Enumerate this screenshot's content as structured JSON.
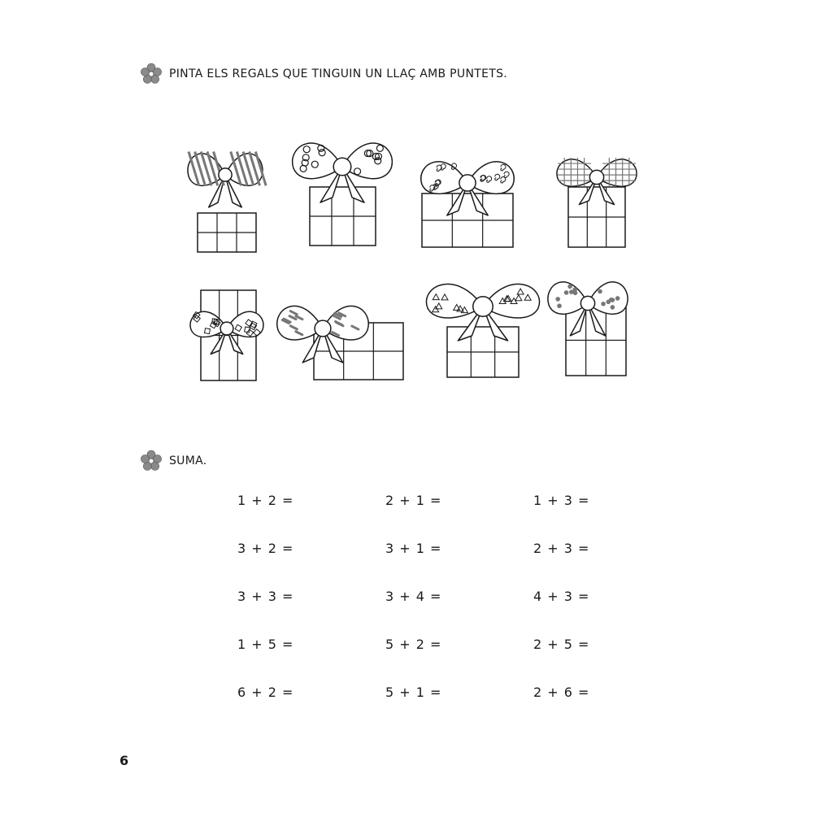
{
  "instructions": [
    {
      "text": "PINTA ELS REGALS QUE TINGUIN UN LLAÇ AMB PUNTETS.",
      "icon": "flower-icon"
    },
    {
      "text": "SUMA.",
      "icon": "flower-icon"
    }
  ],
  "gifts": [
    {
      "pattern": "stripes"
    },
    {
      "pattern": "circles"
    },
    {
      "pattern": "swirls"
    },
    {
      "pattern": "plaid"
    },
    {
      "pattern": "squares"
    },
    {
      "pattern": "dashes"
    },
    {
      "pattern": "triangles"
    },
    {
      "pattern": "dots"
    }
  ],
  "sums": [
    [
      "1 + 2 =",
      "2 + 1 =",
      "1 + 3 ="
    ],
    [
      "3 + 2 =",
      "3 + 1 =",
      "2 + 3 ="
    ],
    [
      "3 + 3 =",
      "3 + 4 =",
      "4 + 3 ="
    ],
    [
      "1 + 5 =",
      "5 + 2 =",
      "2 + 5 ="
    ],
    [
      "6 + 2 =",
      "5 + 1 =",
      "2 + 6 ="
    ]
  ],
  "page_number": "6",
  "colors": {
    "ink": "#1a1a1a",
    "pattern": "#777777",
    "flower": "#8a8a8a"
  }
}
